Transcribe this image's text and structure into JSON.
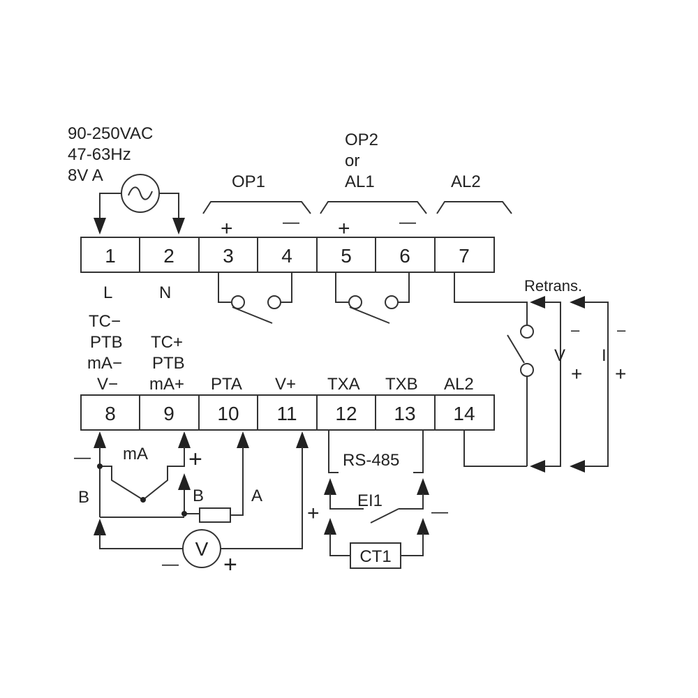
{
  "power": {
    "line1": "90-250VAC",
    "line2": "47-63Hz",
    "line3": "8V A"
  },
  "outputs": {
    "op1": "OP1",
    "op2_line1": "OP2",
    "op2_line2": "or",
    "op2_line3": "AL1",
    "al2_top": "AL2",
    "plus": "+",
    "minus": "—"
  },
  "top_terminals": [
    "1",
    "2",
    "3",
    "4",
    "5",
    "6",
    "7"
  ],
  "bottom_terminals": [
    "8",
    "9",
    "10",
    "11",
    "12",
    "13",
    "14"
  ],
  "labels": {
    "L": "L",
    "N": "N",
    "retrans": "Retrans.",
    "t8_1": "TC−",
    "t8_2": "PTB",
    "t8_3": "mA−",
    "t8_4": "V−",
    "t9_1": "TC+",
    "t9_2": "PTB",
    "t9_3": "mA+",
    "pta": "PTA",
    "vplus": "V+",
    "txa": "TXA",
    "txb": "TXB",
    "al2_bottom": "AL2",
    "ma": "mA",
    "b_left": "B",
    "b_right": "B",
    "a": "A",
    "v_meter": "V",
    "rs485": "RS-485",
    "ei1": "EI1",
    "ct1": "CT1",
    "v": "V",
    "i": "I",
    "plus": "+",
    "minus": "—",
    "minus_small": "–"
  }
}
